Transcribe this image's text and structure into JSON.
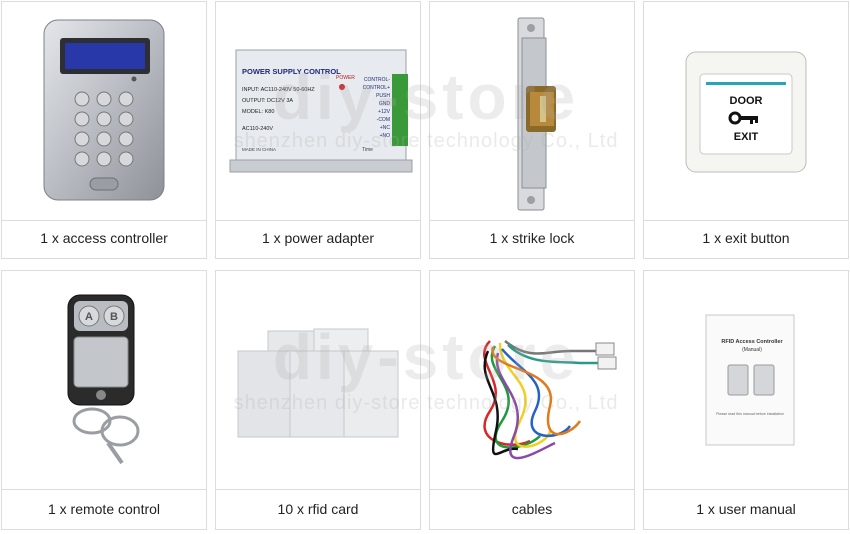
{
  "watermark": {
    "title": "diy-store",
    "subtitle": "shenzhen diy-store technology Co., Ltd"
  },
  "items": [
    {
      "caption": "1 x access controller",
      "icon": "keypad-icon"
    },
    {
      "caption": "1 x power adapter",
      "icon": "power-supply-icon"
    },
    {
      "caption": "1 x strike lock",
      "icon": "strike-lock-icon"
    },
    {
      "caption": "1 x exit button",
      "icon": "exit-button-icon"
    },
    {
      "caption": "1 x remote control",
      "icon": "remote-control-icon"
    },
    {
      "caption": "10 x rfid card",
      "icon": "rfid-card-icon"
    },
    {
      "caption": "cables",
      "icon": "cables-icon"
    },
    {
      "caption": "1 x user manual",
      "icon": "user-manual-icon"
    }
  ],
  "power_supply": {
    "title": "POWER SUPPLY CONTROL",
    "power_label": "POWER",
    "input": "INPUT: AC110-240V  50-60HZ",
    "output": "OUTPUT: DC12V  3A",
    "model": "MODEL: K80",
    "voltage": "AC110-240V",
    "made_in": "MADE IN CHINA",
    "time": "Time",
    "terminals": [
      "CONTROL-",
      "CONTROL+",
      "PUSH",
      "GND",
      "+12V",
      "-COM",
      "+NC",
      "+NO"
    ]
  },
  "exit_button": {
    "top_text": "DOOR",
    "bottom_text": "EXIT"
  },
  "manual": {
    "title": "RFID Access Controller",
    "subtitle": "(Manual)",
    "footer": "Please read this manual before installation"
  }
}
